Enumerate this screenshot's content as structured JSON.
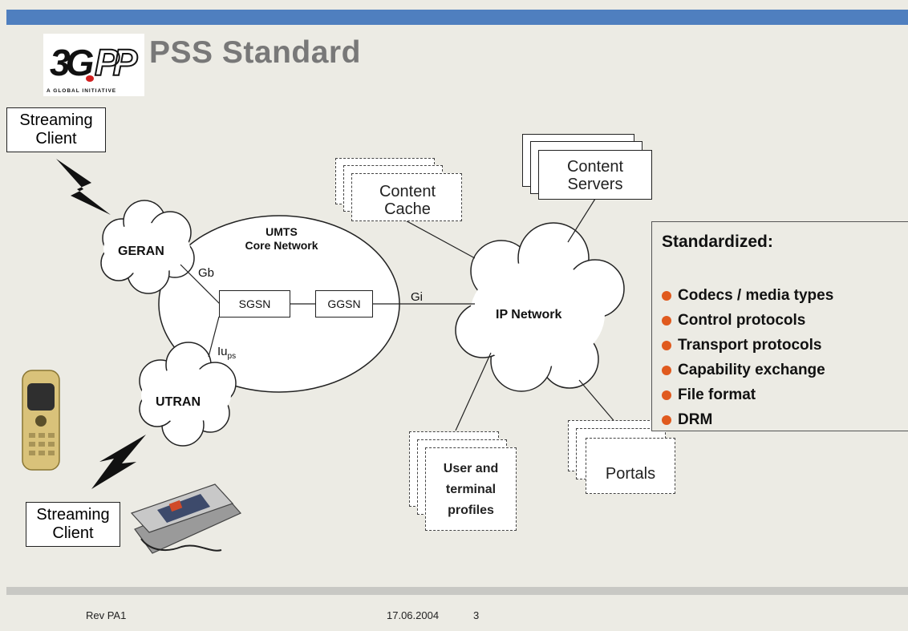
{
  "slide": {
    "title": "PSS Standard",
    "logo": {
      "mark": "3GPP",
      "tagline": "A GLOBAL INITIATIVE"
    }
  },
  "diagram": {
    "clients": {
      "top_label": "Streaming Client",
      "bottom_label": "Streaming Client"
    },
    "access_networks": {
      "geran": "GERAN",
      "utran": "UTRAN"
    },
    "core": {
      "title_line1": "UMTS",
      "title_line2": "Core Network",
      "sgsn": "SGSN",
      "ggsn": "GGSN"
    },
    "interfaces": {
      "gb": "Gb",
      "iu": "Iu",
      "iu_sub": "ps",
      "gi": "Gi"
    },
    "ip_network": "IP Network",
    "content_cache": "Content Cache",
    "content_servers": "Content Servers",
    "user_profiles": "User and terminal profiles",
    "portals": "Portals"
  },
  "standardized": {
    "title": "Standardized:",
    "bullet_color": "#e05a1e",
    "items": [
      "Codecs / media types",
      "Control protocols",
      "Transport protocols",
      "Capability exchange",
      "File format",
      "DRM"
    ]
  },
  "footer": {
    "rev": "Rev PA1",
    "date": "17.06.2004",
    "page": "3"
  },
  "colors": {
    "header_bar": "#4f7fbf",
    "background": "#ecebe4",
    "title": "#787878"
  }
}
